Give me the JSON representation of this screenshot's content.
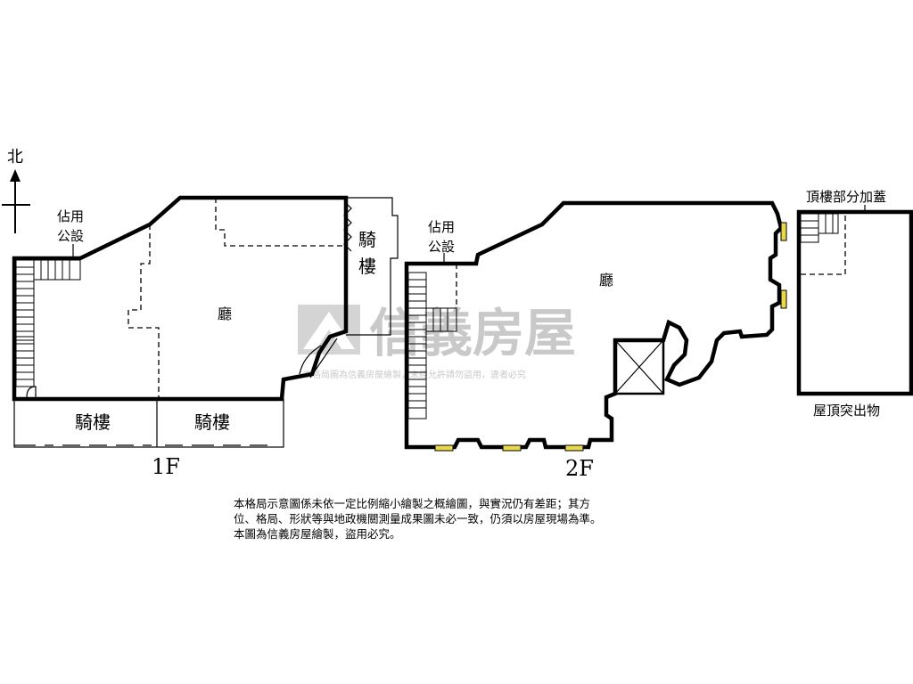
{
  "compass": {
    "label": "北"
  },
  "floor1": {
    "title": "1F",
    "hall_label": "廳",
    "shared_label_line1": "佔用",
    "shared_label_line2": "公設",
    "arcade_right_label_1": "騎",
    "arcade_right_label_2": "樓",
    "arcade_bottom_left": "騎樓",
    "arcade_bottom_right": "騎樓"
  },
  "floor2": {
    "title": "2F",
    "hall_label": "廳",
    "shared_label_line1": "佔用",
    "shared_label_line2": "公設"
  },
  "roof": {
    "extension_label": "頂樓部分加蓋",
    "structure_label": "屋頂突出物"
  },
  "watermark": {
    "brand": "信義房屋",
    "notice": "本格局圖為信義房屋繪製，未經允許請勿盜用，違者必究"
  },
  "disclaimer": {
    "line1": "本格局示意圖係未依一定比例縮小繪製之概繪圖，與實況仍有差距；其方",
    "line2": "位、格局、形狀等與地政機關測量成果圖未必一致，仍須以房屋現場為準。",
    "line3": "本圖為信義房屋繪製，盜用必究。"
  }
}
